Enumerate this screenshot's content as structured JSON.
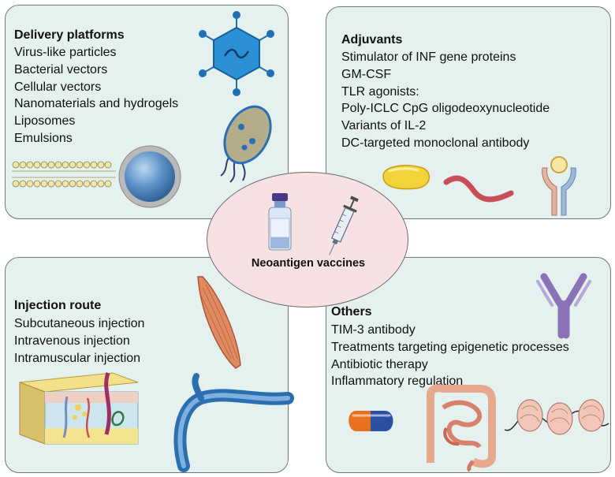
{
  "center": {
    "label": "Neoantigen vaccines"
  },
  "delivery": {
    "title": "Delivery platforms",
    "items": [
      "Virus-like particles",
      "Bacterial vectors",
      "Cellular vectors",
      "Nanomaterials and hydrogels",
      "Liposomes",
      "Emulsions"
    ]
  },
  "adjuvants": {
    "title": "Adjuvants",
    "items": [
      "Stimulator of  INF gene proteins",
      "GM-CSF",
      "TLR agonists:",
      "Poly-ICLC  CpG oligodeoxynucleotide",
      "Variants of IL-2",
      "DC-targeted monoclonal antibody"
    ]
  },
  "injection": {
    "title": "Injection route",
    "items": [
      "Subcutaneous injection",
      "Intravenous injection",
      "Intramuscular injection"
    ]
  },
  "others": {
    "title": "Others",
    "items": [
      "TIM-3 antibody",
      "Treatments targeting epigenetic processes",
      "Antibiotic therapy",
      "Inflammatory regulation"
    ]
  },
  "colors": {
    "panel": "#e4f1ee",
    "center": "#f6e1e3",
    "virus": "#2b8fd6",
    "capsule_blue": "#2a4fa3",
    "capsule_orange": "#e8701e"
  },
  "icons": [
    "virus-particle-icon",
    "bacterium-icon",
    "lipid-bilayer-icon",
    "liposome-icon",
    "vial-icon",
    "syringe-icon",
    "yellow-protein-icon",
    "rna-strand-icon",
    "receptor-icon",
    "muscle-icon",
    "skin-section-icon",
    "blood-vessel-icon",
    "antibody-icon",
    "capsule-icon",
    "intestine-icon",
    "nucleosome-icon"
  ]
}
